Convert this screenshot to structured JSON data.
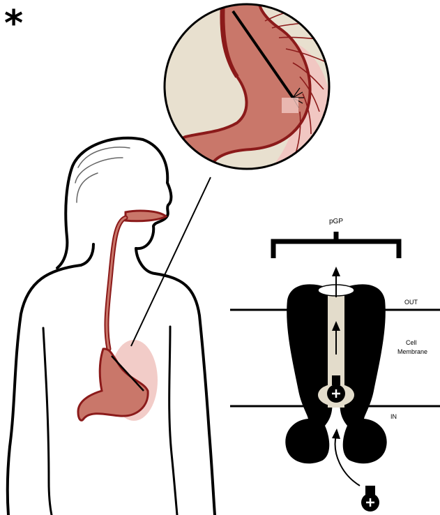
{
  "marker": "*",
  "labels": {
    "pgp": "pGP",
    "out": "OUT",
    "membrane_line1": "Cell",
    "membrane_line2": "Membrane",
    "in": "IN"
  },
  "colors": {
    "tissue": "#c9776a",
    "tissue_dark": "#8b1a1a",
    "halo": "#f1c7c2",
    "inset_bg": "#e8e0cf",
    "channel": "#e3dccb",
    "ink": "#000000"
  },
  "icons": [
    "drug-molecule-icon",
    "efflux-arrow-icon"
  ]
}
